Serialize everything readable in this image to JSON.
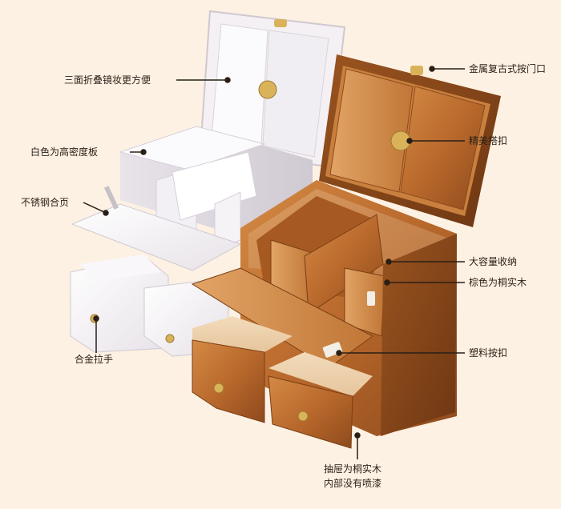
{
  "callouts": {
    "mirror": "三面折叠镜妆更方便",
    "white_board": "白色为高密度板",
    "hinge": "不锈钢合页",
    "alloy_handle": "合金拉手",
    "metal_clasp": "金属复古式按门口",
    "fine_buckle": "精美搭扣",
    "capacity": "大容量收纳",
    "brown_wood": "棕色为桐实木",
    "plastic_latch": "塑料按扣",
    "drawer_line1": "抽屉为桐实木",
    "drawer_line2": "内部没有喷漆"
  },
  "colors": {
    "background": "#fdf1e3",
    "white_box": "#f7f4f6",
    "wood": "#b9692c",
    "brass": "#d9b25a"
  }
}
